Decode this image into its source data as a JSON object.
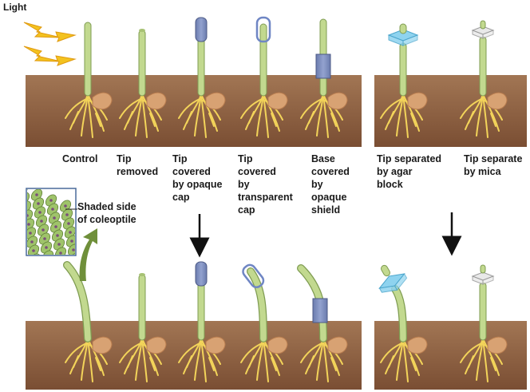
{
  "light_label": "Light",
  "conditions": [
    {
      "label_lines": [
        "Control"
      ]
    },
    {
      "label_lines": [
        "Tip",
        "removed"
      ]
    },
    {
      "label_lines": [
        "Tip",
        "covered",
        "by opaque",
        "cap"
      ]
    },
    {
      "label_lines": [
        "Tip",
        "covered",
        "by",
        "transparent",
        "cap"
      ]
    },
    {
      "label_lines": [
        "Base",
        "covered",
        "by",
        "opaque",
        "shield"
      ]
    },
    {
      "label_lines": [
        "Tip separated",
        "by agar",
        "block"
      ]
    },
    {
      "label_lines": [
        "Tip separate",
        "by mica"
      ]
    }
  ],
  "inset_label_lines": [
    "Shaded side",
    "of coleoptile"
  ],
  "colors": {
    "soil": "#8a5c3e",
    "soil_top": "#a0734f",
    "stem": "#c2d98f",
    "stem_edge": "#7f9c52",
    "root": "#f3d45a",
    "seed": "#d8a273",
    "opaque_cap": "#7f8fbd",
    "agar": "#8ed3ef",
    "mica": "#e9e9e9",
    "light_arrow": "#f3c21f",
    "cell": "#9fc36a",
    "nucleus": "#7a4f7a",
    "curve_arrow": "#6f8f3a"
  }
}
